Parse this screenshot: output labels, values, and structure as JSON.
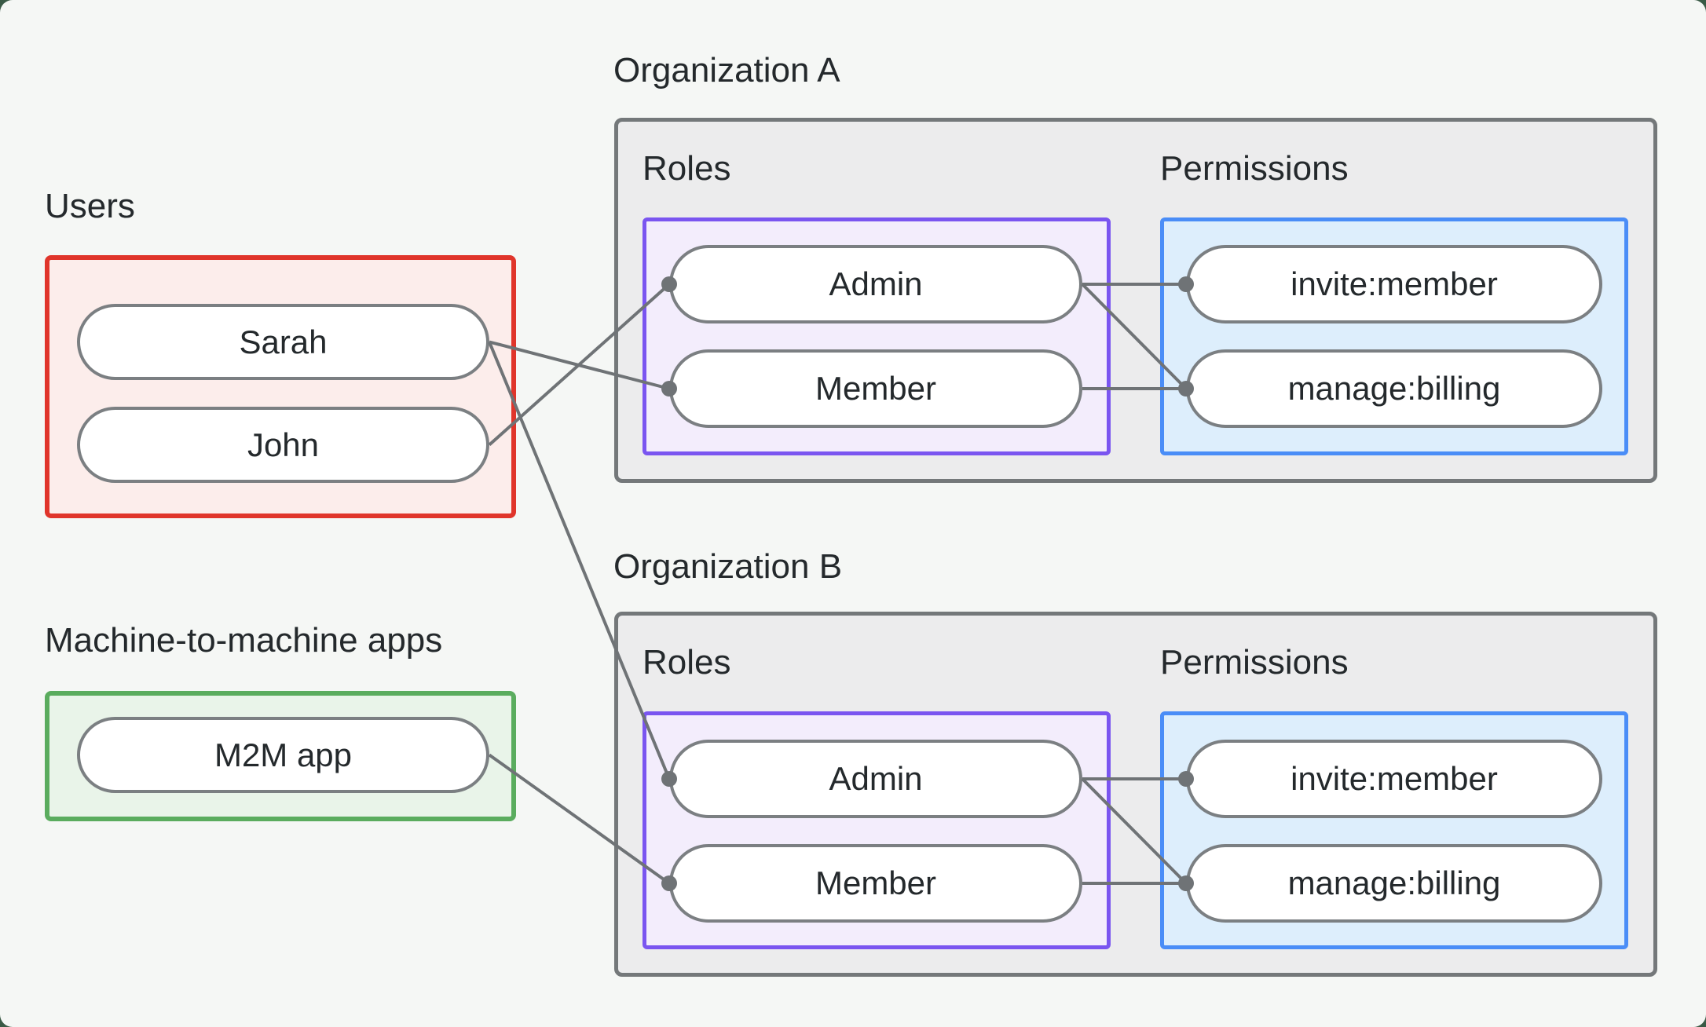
{
  "colors": {
    "background": "#3a5a46",
    "card": "#f5f7f5",
    "org_fill": "#ececed",
    "org_border": "#74787a",
    "users_fill": "#fcedeb",
    "users_border": "#e0352b",
    "m2m_fill": "#e9f4e9",
    "m2m_border": "#5aac5e",
    "roles_fill": "#f3edfc",
    "roles_border": "#7a55f0",
    "permissions_fill": "#ddeefc",
    "permissions_border": "#4a8df7",
    "node_fill": "#ffffff",
    "node_border": "#7b7f82",
    "line": "#6f7376",
    "text": "#24292c"
  },
  "users_section": {
    "title": "Users",
    "items": [
      {
        "id": "user-sarah",
        "label": "Sarah"
      },
      {
        "id": "user-john",
        "label": "John"
      }
    ]
  },
  "m2m_section": {
    "title": "Machine-to-machine apps",
    "items": [
      {
        "id": "m2m-app",
        "label": "M2M app"
      }
    ]
  },
  "organizations": [
    {
      "title": "Organization A",
      "roles_label": "Roles",
      "permissions_label": "Permissions",
      "roles": [
        {
          "id": "orgA-role-admin",
          "label": "Admin"
        },
        {
          "id": "orgA-role-member",
          "label": "Member"
        }
      ],
      "permissions": [
        {
          "id": "orgA-perm-invite",
          "label": "invite:member"
        },
        {
          "id": "orgA-perm-manage",
          "label": "manage:billing"
        }
      ]
    },
    {
      "title": "Organization B",
      "roles_label": "Roles",
      "permissions_label": "Permissions",
      "roles": [
        {
          "id": "orgB-role-admin",
          "label": "Admin"
        },
        {
          "id": "orgB-role-member",
          "label": "Member"
        }
      ],
      "permissions": [
        {
          "id": "orgB-perm-invite",
          "label": "invite:member"
        },
        {
          "id": "orgB-perm-manage",
          "label": "manage:billing"
        }
      ]
    }
  ],
  "connections": [
    {
      "from": "user-sarah",
      "to": "orgA-role-member"
    },
    {
      "from": "user-sarah",
      "to": "orgB-role-admin"
    },
    {
      "from": "user-john",
      "to": "orgA-role-admin"
    },
    {
      "from": "m2m-app",
      "to": "orgB-role-member"
    },
    {
      "from": "orgA-role-admin",
      "to": "orgA-perm-invite"
    },
    {
      "from": "orgA-role-admin",
      "to": "orgA-perm-manage"
    },
    {
      "from": "orgA-role-member",
      "to": "orgA-perm-manage"
    },
    {
      "from": "orgB-role-admin",
      "to": "orgB-perm-invite"
    },
    {
      "from": "orgB-role-admin",
      "to": "orgB-perm-manage"
    },
    {
      "from": "orgB-role-member",
      "to": "orgB-perm-manage"
    }
  ]
}
